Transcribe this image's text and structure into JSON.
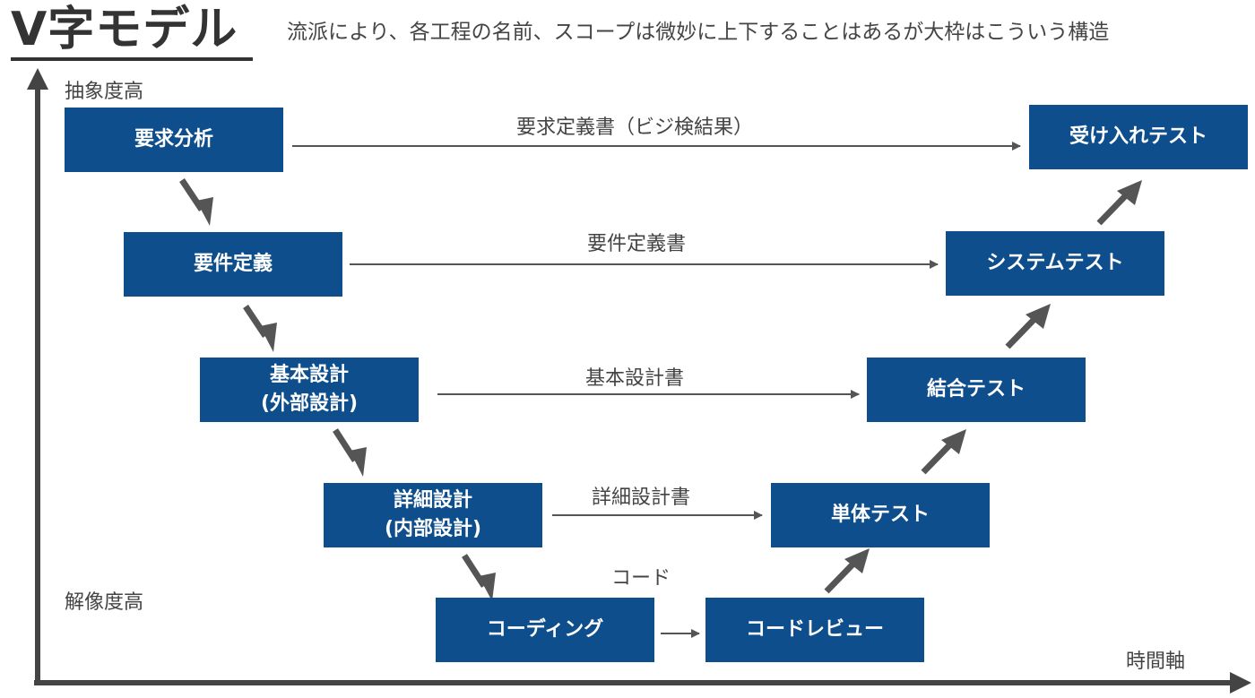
{
  "title": "V字モデル",
  "subtitle": "流派により、各工程の名前、スコープは微妙に上下することはあるが大枠はこういう構造",
  "axis": {
    "y_top_label": "抽象度高",
    "y_bottom_label": "解像度高",
    "x_label": "時間軸"
  },
  "left_steps": [
    {
      "line1": "要求分析",
      "line2": ""
    },
    {
      "line1": "要件定義",
      "line2": ""
    },
    {
      "line1": "基本設計",
      "line2": "(外部設計)"
    },
    {
      "line1": "詳細設計",
      "line2": "(内部設計)"
    }
  ],
  "bottom_steps": [
    {
      "label": "コーディング"
    },
    {
      "label": "コードレビュー"
    }
  ],
  "right_steps": [
    {
      "label": "単体テスト"
    },
    {
      "label": "結合テスト"
    },
    {
      "label": "システムテスト"
    },
    {
      "label": "受け入れテスト"
    }
  ],
  "documents": [
    {
      "label": "要求定義書（ビジ検結果）"
    },
    {
      "label": "要件定義書"
    },
    {
      "label": "基本設計書"
    },
    {
      "label": "詳細設計書"
    },
    {
      "label": "コード"
    }
  ],
  "colors": {
    "box_fill": "#0e4e8c",
    "box_text": "#ffffff",
    "arrow": "#555555",
    "axis": "#444444"
  }
}
